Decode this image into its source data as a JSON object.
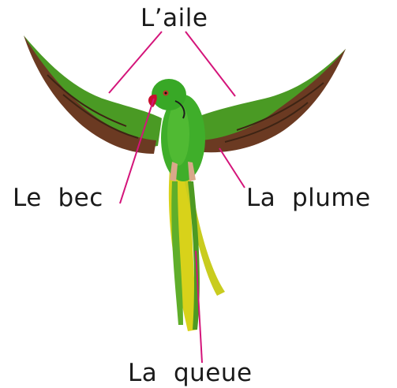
{
  "labels": {
    "wing": "L’aile",
    "beak": "Le  bec",
    "feather": "La  plume",
    "tail": "La  queue"
  },
  "colors": {
    "leader_line": "#d4147a",
    "body_green": "#3fae2a",
    "wing_brown": "#6b3a22",
    "tail_yellow": "#d8d21a",
    "beak_red": "#c8102e"
  },
  "illustration": "parrot-in-flight"
}
